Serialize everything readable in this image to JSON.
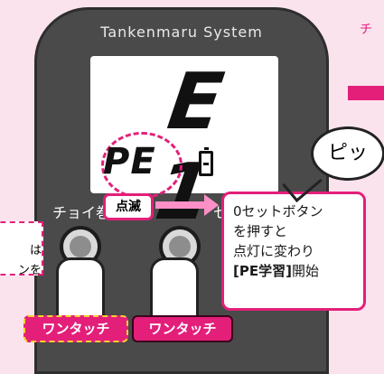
{
  "brand": "Tankenmaru System",
  "lcd": {
    "main_display": "E 1",
    "sub_display": "PE",
    "battery_icon": "battery-icon"
  },
  "buttons": {
    "left_label": "チョイ巻",
    "right_label": "セット"
  },
  "badge": {
    "tenmetsu": "点滅"
  },
  "callout": {
    "line1": "0セットボタン",
    "line2": "を押すと",
    "line3": "点灯に変わり",
    "line4_bracket": "[PE学習]",
    "line4_rest": "開始"
  },
  "bubble": "ピッ",
  "left_note": {
    "line1": "は",
    "line2": "ンを"
  },
  "tap_labels": {
    "left": "ワンタッチ",
    "right": "ワンタッチ"
  },
  "side_char": "チ",
  "colors": {
    "accent": "#e31f7a",
    "device": "#4a4a4a",
    "background": "#fbe3ee"
  }
}
